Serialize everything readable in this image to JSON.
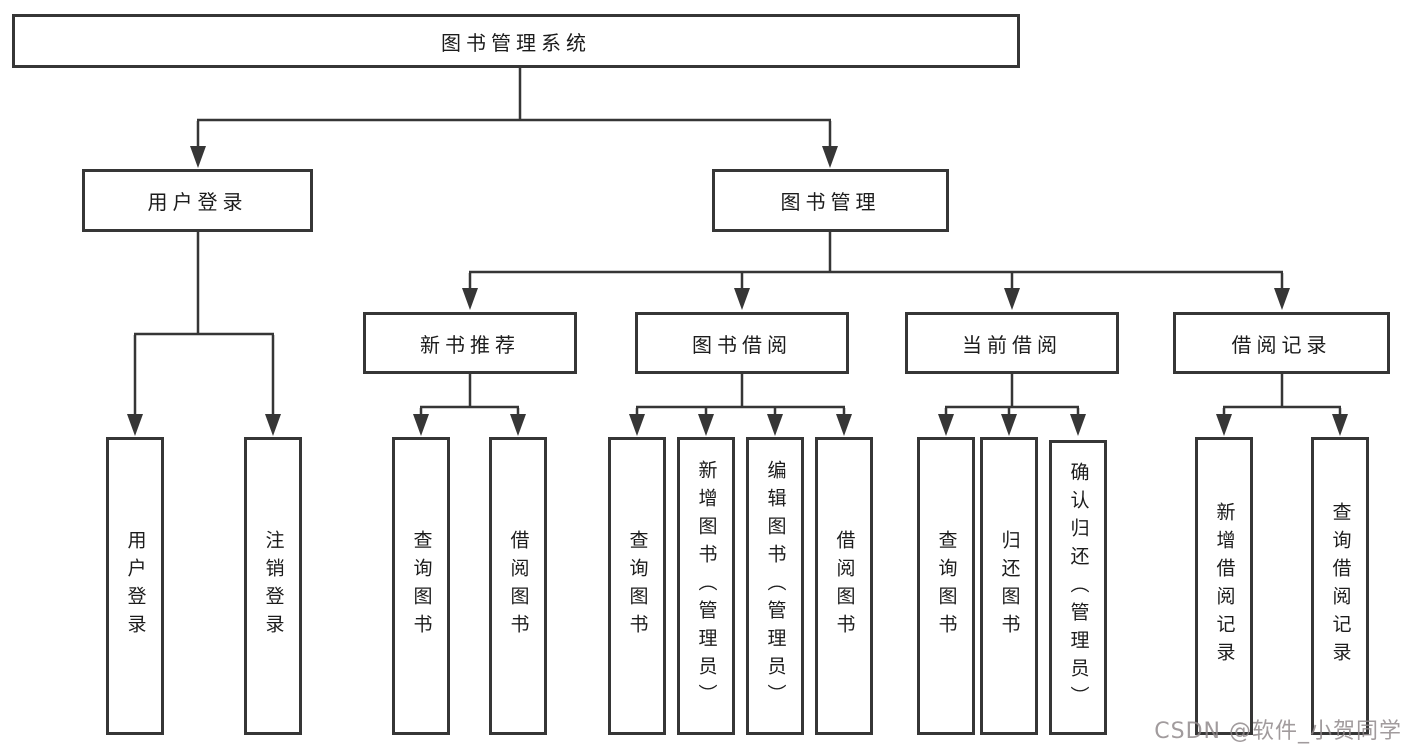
{
  "tree": {
    "label": "图书管理系统",
    "children": [
      {
        "label": "用户登录",
        "children": [
          {
            "label": "用户登录"
          },
          {
            "label": "注销登录"
          }
        ]
      },
      {
        "label": "图书管理",
        "children": [
          {
            "label": "新书推荐",
            "children": [
              {
                "label": "查询图书"
              },
              {
                "label": "借阅图书"
              }
            ]
          },
          {
            "label": "图书借阅",
            "children": [
              {
                "label": "查询图书"
              },
              {
                "label": "新增图书（管理员）"
              },
              {
                "label": "编辑图书（管理员）"
              },
              {
                "label": "借阅图书"
              }
            ]
          },
          {
            "label": "当前借阅",
            "children": [
              {
                "label": "查询图书"
              },
              {
                "label": "归还图书"
              },
              {
                "label": "确认归还（管理员）"
              }
            ]
          },
          {
            "label": "借阅记录",
            "children": [
              {
                "label": "新增借阅记录"
              },
              {
                "label": "查询借阅记录"
              }
            ]
          }
        ]
      }
    ]
  },
  "watermark": {
    "text": "CSDN @软件_小贺同学"
  },
  "colors": {
    "background": "#ffffff",
    "box_background": "#ffffff",
    "box_border": "#363636",
    "line": "#363636",
    "text": "#1c1c1c",
    "watermark": "#8d8688"
  }
}
